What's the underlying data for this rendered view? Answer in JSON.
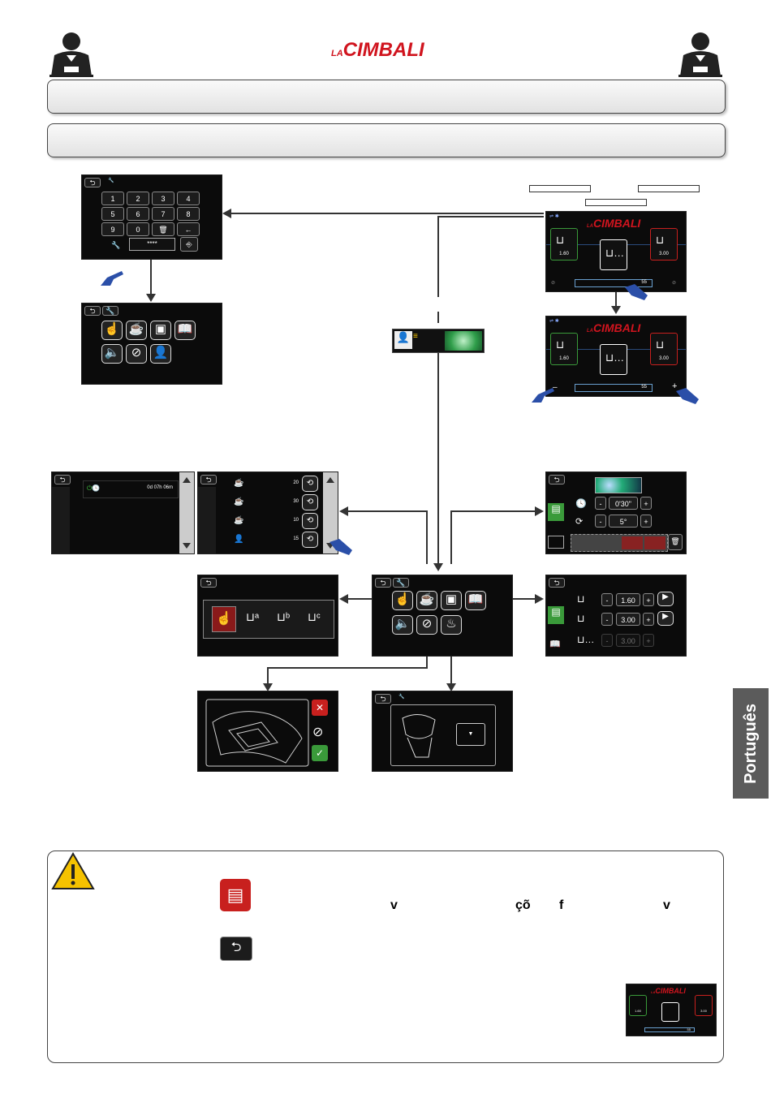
{
  "header": {
    "logo_prefix": "LA",
    "logo_main": "CIMBALI"
  },
  "side_tab": {
    "label": "Português"
  },
  "keypad": {
    "keys": [
      "1",
      "2",
      "3",
      "4",
      "5",
      "6",
      "7",
      "8",
      "9",
      "0",
      "🗑",
      "←"
    ],
    "password": "****"
  },
  "main_screen_1": {
    "logo_prefix": "LA",
    "logo_main": "CIMBALI",
    "left_value": "1.60",
    "right_value": "3.00",
    "slider_value": "55"
  },
  "main_screen_2": {
    "logo_prefix": "LA",
    "logo_main": "CIMBALI",
    "left_value": "1.60",
    "right_value": "3.00",
    "slider_value": "55",
    "minus": "–",
    "plus": "+"
  },
  "timer_screen": {
    "value": "0d 07h 06m"
  },
  "counters_screen": {
    "values": [
      "20",
      "30",
      "10",
      "15"
    ]
  },
  "settings_screen": {
    "time_value": "0'30\"",
    "temp_value": "5°",
    "minus": "-",
    "plus": "+"
  },
  "dose_screen": {
    "values": [
      "1.60",
      "3.00",
      "3.00"
    ],
    "minus": "-",
    "plus": "+"
  },
  "warning": {
    "letters": [
      "v",
      "çõ",
      "f",
      "v"
    ]
  },
  "mini_screen": {
    "logo_prefix": "LA",
    "logo_main": "CIMBALI",
    "left_value": "1.60",
    "right_value": "3.00",
    "slider_value": "55"
  },
  "colors": {
    "logo_red": "#d0141e",
    "green": "#3a9a3a",
    "red": "#c8201e",
    "hand_blue": "#2b4fa8"
  }
}
